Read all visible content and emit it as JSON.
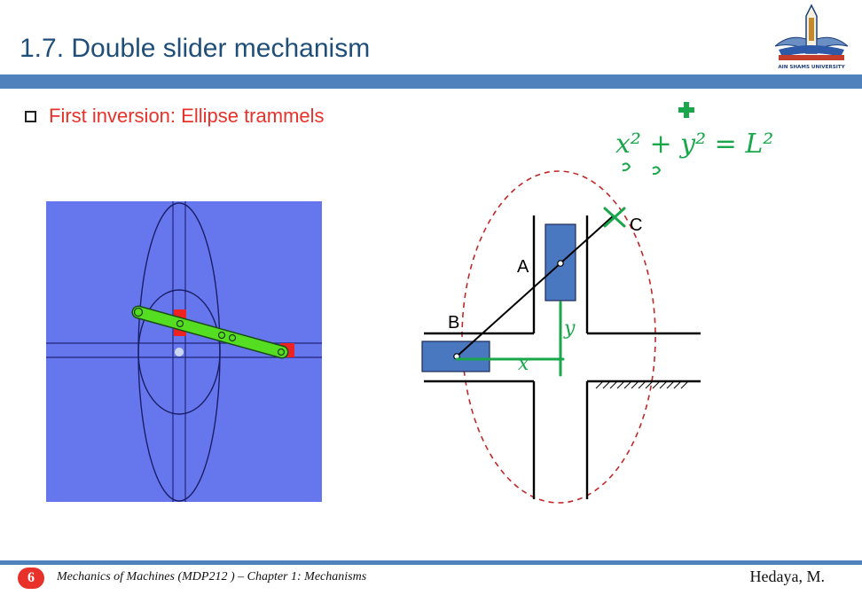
{
  "slide": {
    "title": "1.7. Double slider mechanism",
    "bullet": "First inversion: Ellipse trammels"
  },
  "logo": {
    "caption": "AIN SHAMS UNIVERSITY"
  },
  "diagram": {
    "labels": {
      "a": "A",
      "b": "B",
      "c": "C"
    }
  },
  "annotations": {
    "equation": "x² + y² = L²",
    "x_mark": "x",
    "y_mark": "y"
  },
  "footer": {
    "page_number": "6",
    "course": "Mechanics of Machines (MDP212 ) – Chapter 1: Mechanisms",
    "author": "Hedaya, M."
  },
  "colors": {
    "title": "#1f4e79",
    "bar": "#4f81bd",
    "bullet_text": "#e8312a",
    "panel_bg": "#6677ee",
    "link_green": "#55dd22",
    "slider_red": "#ee2222",
    "block_blue": "#4a78c0",
    "ellipse_dashed": "#c0282a",
    "ink_green": "#1aa64a"
  }
}
